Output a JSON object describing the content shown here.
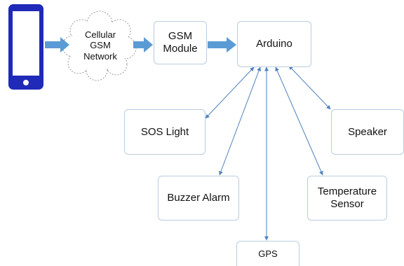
{
  "diagram": {
    "colors": {
      "phone_body": "#1f2ab8",
      "thick_arrow": "#5b9bd5",
      "connector": "#4f81bd",
      "box_border": "#b9cde0"
    },
    "icons": {
      "phone": "smartphone-icon",
      "cloud": "cloud-icon"
    },
    "nodes": {
      "cloud": "Cellular\nGSM\nNetwork",
      "gsm": "GSM\nModule",
      "arduino": "Arduino",
      "sos": "SOS Light",
      "buzzer": "Buzzer Alarm",
      "gps": "GPS",
      "temperature": "Temperature\nSensor",
      "speaker": "Speaker"
    },
    "edges": [
      {
        "from": "phone",
        "to": "cloud",
        "style": "thick-arrow"
      },
      {
        "from": "cloud",
        "to": "gsm",
        "style": "thick-arrow"
      },
      {
        "from": "gsm",
        "to": "arduino",
        "style": "thick-arrow"
      },
      {
        "from": "arduino",
        "to": "sos",
        "style": "bidirectional"
      },
      {
        "from": "arduino",
        "to": "buzzer",
        "style": "bidirectional"
      },
      {
        "from": "arduino",
        "to": "gps",
        "style": "bidirectional"
      },
      {
        "from": "arduino",
        "to": "temperature",
        "style": "bidirectional"
      },
      {
        "from": "arduino",
        "to": "speaker",
        "style": "bidirectional"
      }
    ]
  }
}
